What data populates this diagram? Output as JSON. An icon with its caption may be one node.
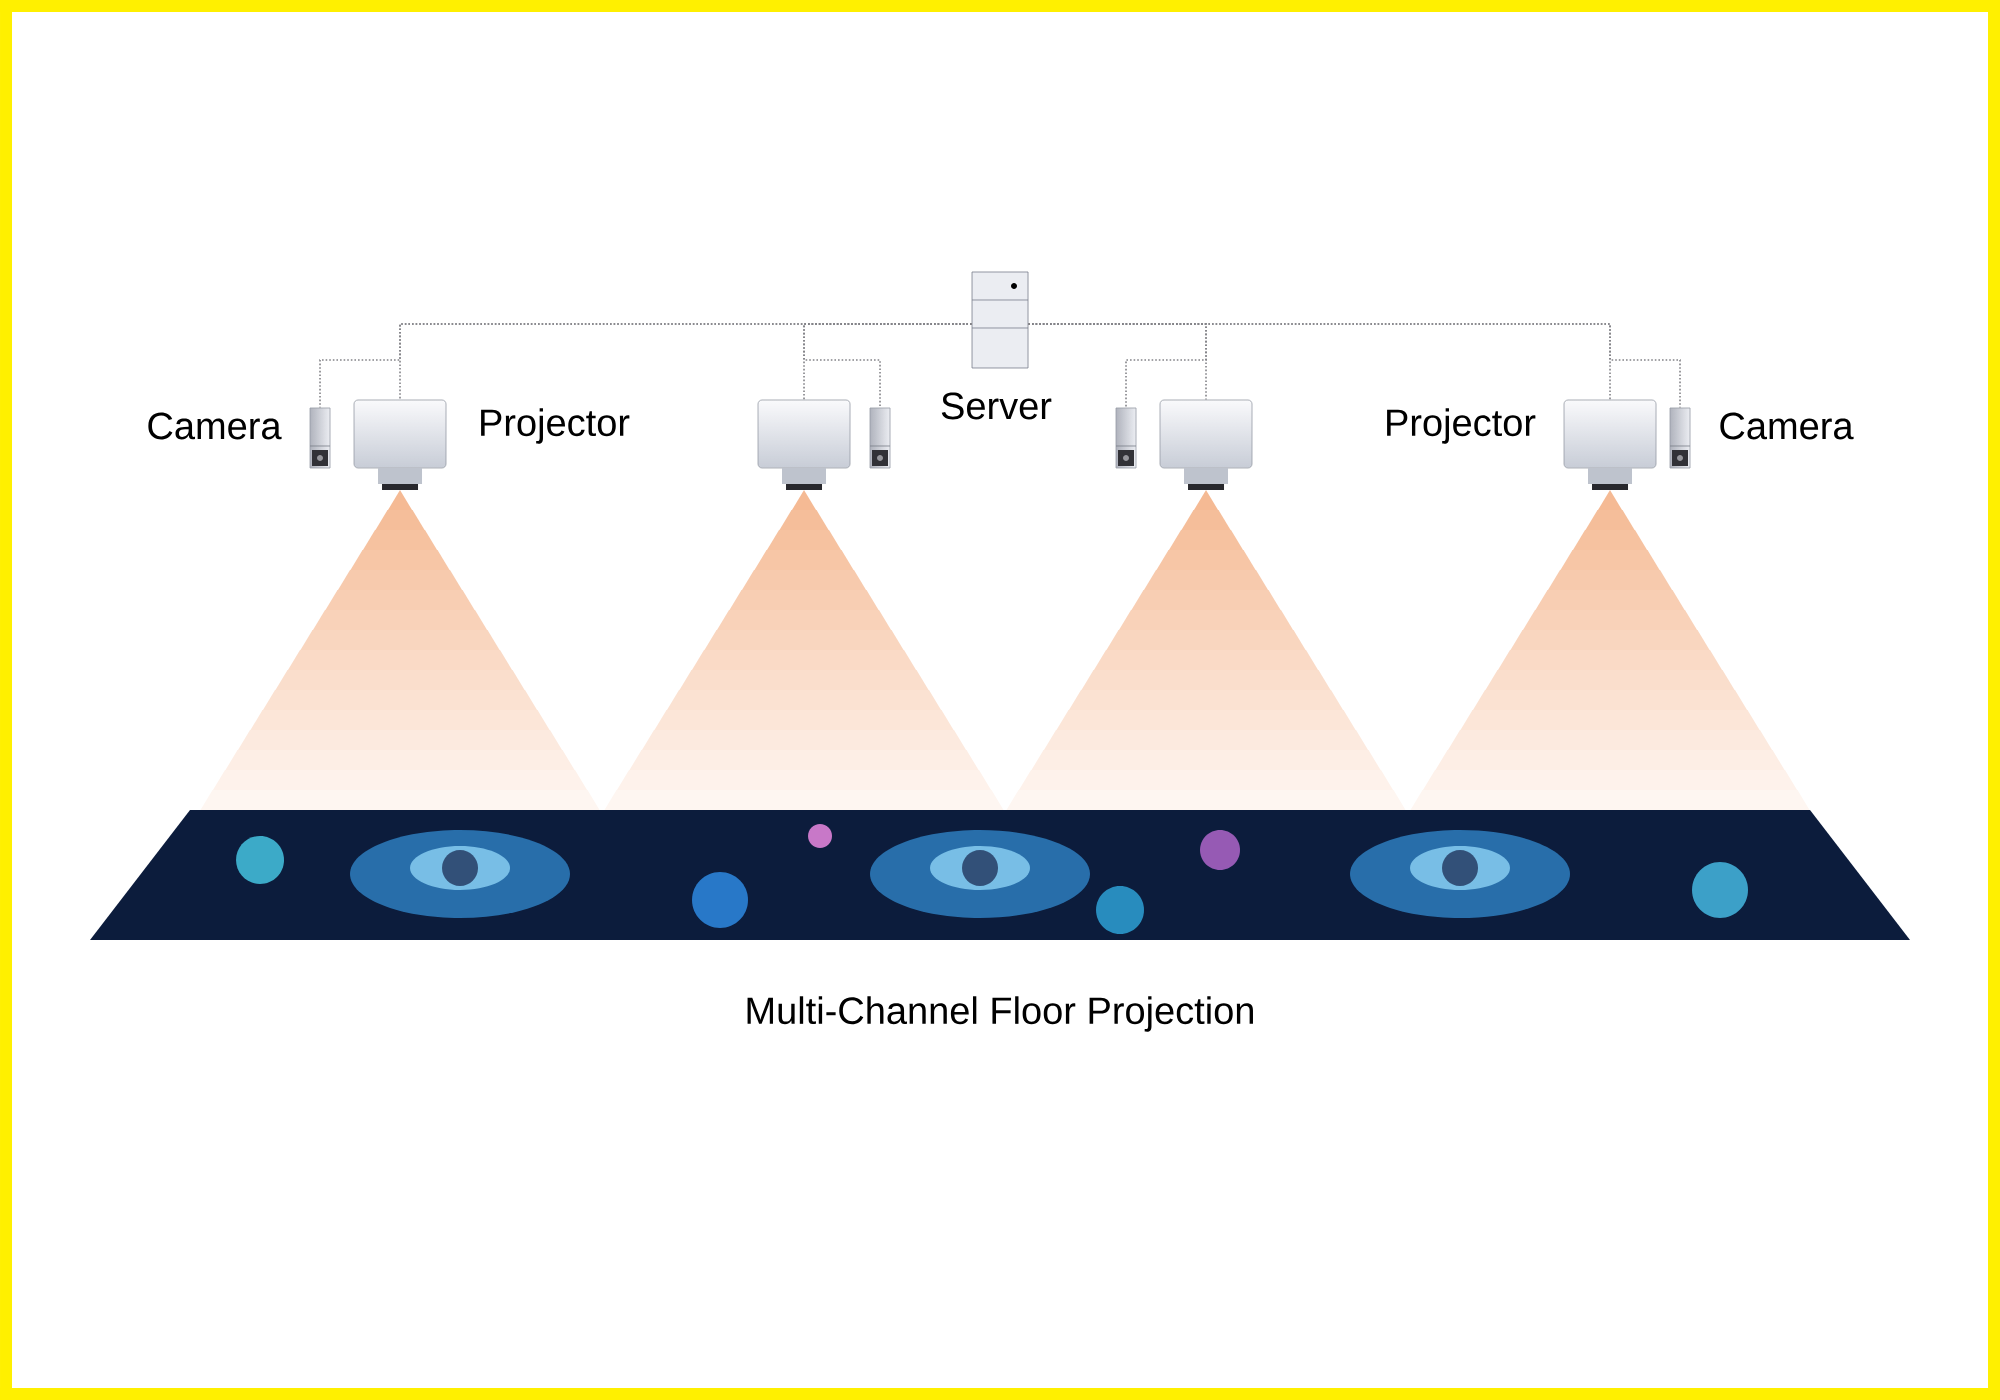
{
  "diagram": {
    "caption": "Multi-Channel Floor Projection",
    "nodes": [
      {
        "text": [
          "Camera"
        ]
      },
      {
        "text": [
          "Projector"
        ]
      },
      {
        "text": [],
        "shape": "picture"
      },
      {
        "text": [],
        "shape": "picture"
      },
      {
        "text": [
          "Server"
        ]
      },
      {
        "text": [],
        "shape": "picture"
      },
      {
        "text": [],
        "shape": "picture"
      },
      {
        "text": [
          "Projector"
        ]
      },
      {
        "text": [
          "Camera"
        ]
      },
      {
        "text": [],
        "shape": "picture"
      }
    ],
    "edges": [
      {
        "from": 4,
        "to": 1,
        "arrow": "none",
        "style": "dashed"
      },
      {
        "from": 4,
        "to": 0,
        "arrow": "none",
        "style": "dashed"
      },
      {
        "from": 4,
        "to": 2,
        "arrow": "none",
        "style": "dashed"
      },
      {
        "from": 4,
        "to": 3,
        "arrow": "none",
        "style": "dashed"
      },
      {
        "from": 4,
        "to": 6,
        "arrow": "none",
        "style": "dashed"
      },
      {
        "from": 4,
        "to": 5,
        "arrow": "none",
        "style": "dashed"
      },
      {
        "from": 4,
        "to": 7,
        "arrow": "none",
        "style": "dashed"
      },
      {
        "from": 4,
        "to": 8,
        "arrow": "none",
        "style": "dashed"
      }
    ]
  }
}
